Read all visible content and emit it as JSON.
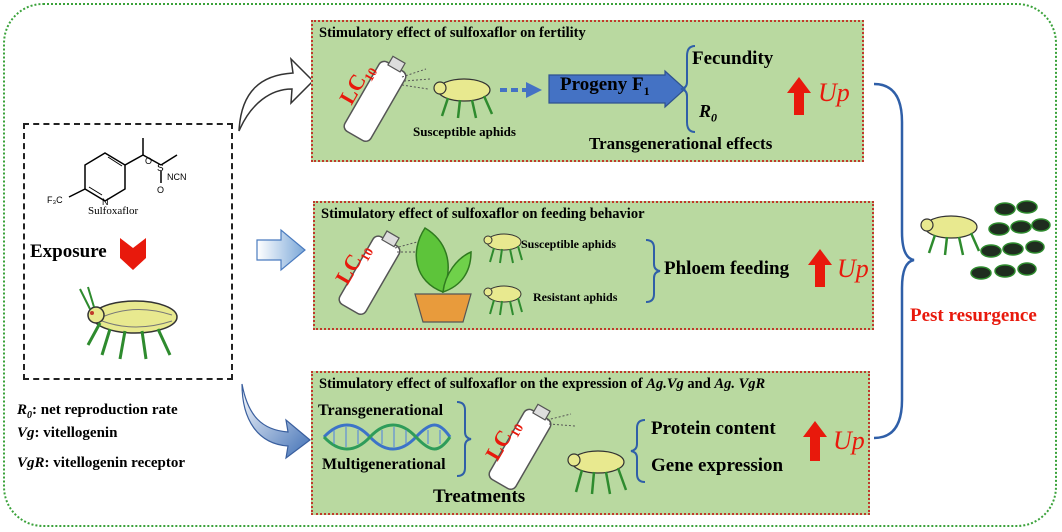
{
  "sulfoxaflor_label": "Sulfoxaflor",
  "exposure_label": "Exposure",
  "legend": {
    "r0_symbol": "R",
    "r0_sub": "0",
    "r0_text": ": net reproduction rate",
    "vg_symbol": "Vg",
    "vg_text": ": vitellogenin",
    "vgr_symbol": "VgR",
    "vgr_text": ": vitellogenin receptor"
  },
  "spray_label": "LC",
  "spray_sub": "10",
  "panel_fertility": {
    "title": "Stimulatory effect of sulfoxaflor on fertility",
    "aphid_label": "Susceptible aphids",
    "progeny_label": "Progeny  F",
    "progeny_sub": "1",
    "fecundity": "Fecundity",
    "r0_symbol": "R",
    "r0_sub": "0",
    "up": "Up",
    "transgenerational": "Transgenerational effects"
  },
  "panel_feeding": {
    "title": "Stimulatory effect of sulfoxaflor on feeding behavior",
    "susceptible": "Susceptible aphids",
    "resistant": "Resistant aphids",
    "phloem": "Phloem feeding",
    "up": "Up"
  },
  "panel_expression": {
    "title_prefix": "Stimulatory effect of sulfoxaflor on the expression of ",
    "title_vg": "Ag.Vg",
    "title_and": " and ",
    "title_vgr": "Ag. VgR",
    "transgenerational": "Transgenerational",
    "multigenerational": "Multigenerational",
    "treatments": "Treatments",
    "protein": "Protein content",
    "gene": "Gene expression",
    "up": "Up"
  },
  "outcome": "Pest resurgence",
  "colors": {
    "panel_fill": "#b9d9a0",
    "panel_border": "#c0392b",
    "accent_red": "#e8190c",
    "brace_blue": "#2f5fa8",
    "outer_border": "#3aa23a"
  }
}
